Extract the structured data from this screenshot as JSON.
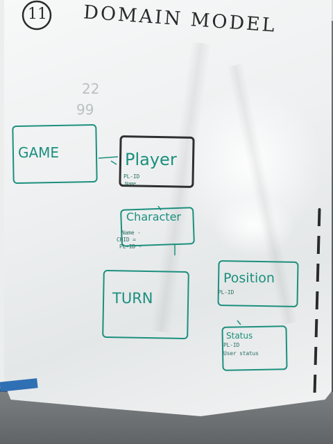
{
  "title": "DOMAIN MODEL",
  "page_number": "11",
  "faint_numbers": [
    "22",
    "99"
  ],
  "entities": {
    "game": {
      "label": "GAME"
    },
    "player": {
      "label": "Player",
      "attributes": [
        "PL-ID",
        "Name"
      ]
    },
    "character": {
      "label": "Character",
      "attributes": [
        "Name -",
        "CHID =",
        "PL-ID -"
      ]
    },
    "turn": {
      "label": "TURN"
    },
    "position": {
      "label": "Position",
      "attributes": [
        "PL-ID"
      ]
    },
    "status": {
      "label": "Status",
      "attributes": [
        "PL-ID",
        "User status"
      ]
    }
  },
  "colors": {
    "marker_green": "#1b8f7e",
    "marker_black": "#2a2a2a",
    "paper": "#f1f2f2",
    "tape": "#2f6fb3"
  }
}
